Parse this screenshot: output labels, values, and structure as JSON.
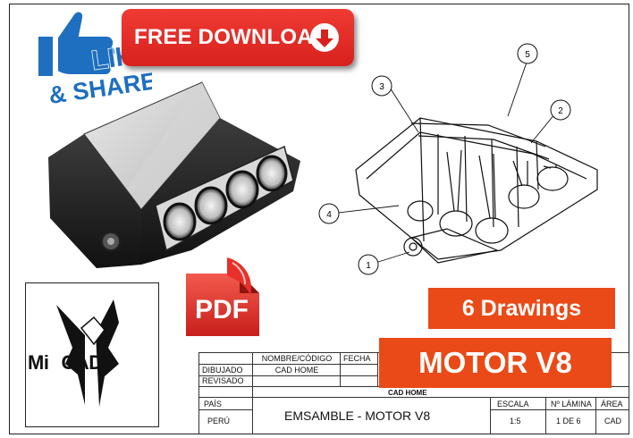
{
  "download_button": {
    "label": "FREE DOWNLOAD",
    "icon": "down-arrow-circle-icon",
    "color": "#e2282a"
  },
  "like_share_badge": {
    "line1": "LIKE",
    "line2": "& SHARE",
    "icon": "thumbs-up-icon",
    "color": "#1f6fc0"
  },
  "drawing_balloons": [
    "1",
    "2",
    "3",
    "4",
    "5"
  ],
  "logo": {
    "text_mi": "Mi",
    "text_cad": "CAD"
  },
  "pdf_badge": {
    "text": "PDF",
    "color": "#e8302a"
  },
  "drawings_banner": {
    "text": "6 Drawings",
    "color": "#ea4a17"
  },
  "title_banner": {
    "text": "MOTOR V8",
    "color": "#ea4a17"
  },
  "title_block": {
    "header_name": "NOMBRE/CÓDIGO",
    "header_date": "FECHA",
    "row_drawn_label": "DIBUJADO",
    "row_drawn_value": "CAD HOME",
    "row_reviewed_label": "REVISADO",
    "company": "CAD HOME",
    "country_label": "PAÍS",
    "country_value": "PERÚ",
    "drawing_title": "EMSAMBLE - MOTOR V8",
    "scale_label": "ESCALA",
    "scale_value": "1:5",
    "sheet_label": "Nº LÁMINA",
    "sheet_value": "1 DE 6",
    "area_label": "ÁREA",
    "area_value": "CAD"
  }
}
